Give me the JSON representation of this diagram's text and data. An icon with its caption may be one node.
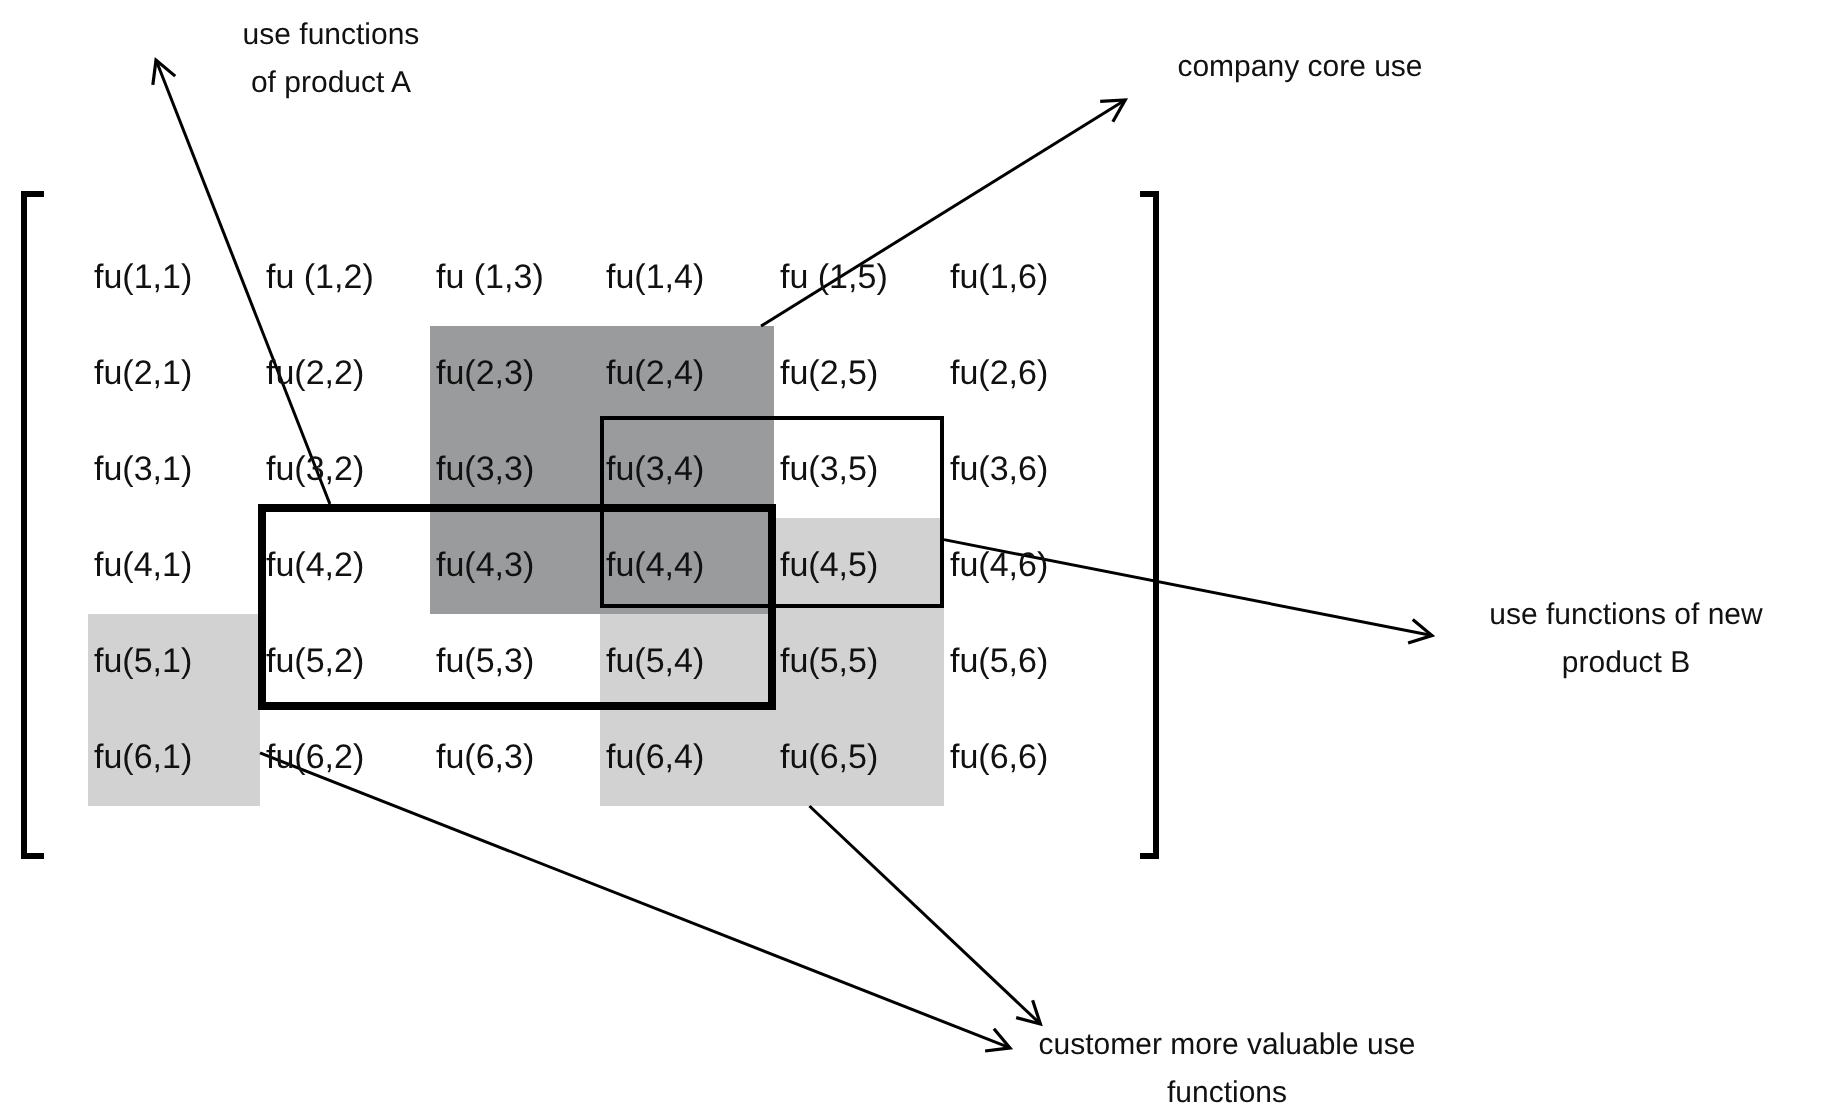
{
  "diagram": {
    "nodes": [
      {
        "text": [
          "use functions of product A"
        ]
      },
      {
        "text": [
          "company core use"
        ]
      },
      {
        "text": [],
        "shape": "box"
      },
      {
        "text": [],
        "shape": "box"
      },
      {
        "text": [],
        "shape": "box"
      },
      {
        "text": [],
        "shape": "polygon"
      },
      {
        "text": [],
        "shape": "box"
      },
      {
        "text": [
          "use functions of new product B"
        ]
      },
      {
        "text": [
          "customer more valuable use functions"
        ]
      }
    ],
    "edges": [
      {
        "from": 4,
        "to": 0,
        "arrow": "to"
      },
      {
        "from": 2,
        "to": 1,
        "arrow": "to"
      },
      {
        "from": 3,
        "to": 7,
        "arrow": "to"
      },
      {
        "from": 6,
        "to": 8,
        "arrow": "to"
      },
      {
        "from": 5,
        "to": 8,
        "arrow": "to"
      }
    ],
    "labels": [
      "fu(1,1)",
      "fu (1,2)",
      "fu (1,3)",
      "fu(1,4)",
      "fu (1,5)",
      "fu(1,6)",
      "fu(2,1)",
      "fu(2,2)",
      "fu(2,3)",
      "fu(2,4)",
      "fu(2,5)",
      "fu(2,6)",
      "fu(3,1)",
      "fu(3,2)",
      "fu(3,3)",
      "fu(3,4)",
      "fu(3,5)",
      "fu(3,6)",
      "fu(4,1)",
      "fu(4,2)",
      "fu(4,3)",
      "fu(4,4)",
      "fu(4,5)",
      "fu(4,6)",
      "fu(5,1)",
      "fu(5,2)",
      "fu(5,3)",
      "fu(5,4)",
      "fu(5,5)",
      "fu(5,6)",
      "fu(6,1)",
      "fu(6,2)",
      "fu(6,3)",
      "fu(6,4)",
      "fu(6,5)",
      "fu(6,6)"
    ]
  }
}
